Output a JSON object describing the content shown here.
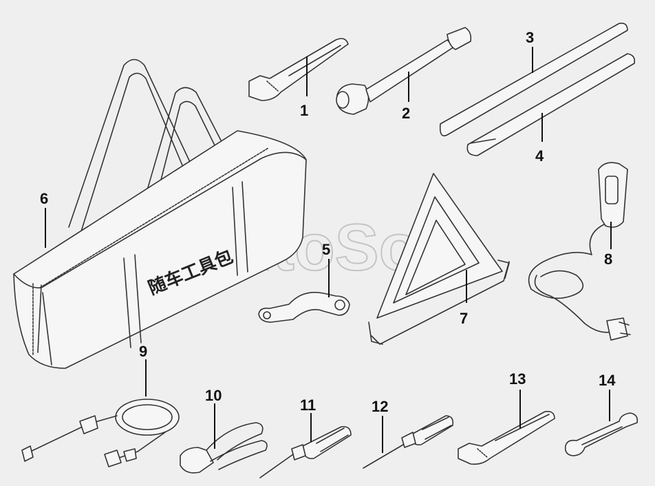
{
  "diagram": {
    "watermark": "AutoSoft",
    "bag_label": "随车工具包",
    "callouts": [
      "1",
      "2",
      "3",
      "4",
      "5",
      "6",
      "7",
      "8",
      "9",
      "10",
      "11",
      "12",
      "13",
      "14"
    ]
  },
  "icons": [
    "adjustable-wrench-icon",
    "wheel-brace-socket-icon",
    "rod-icon",
    "pry-bar-icon",
    "box-end-wrench-icon",
    "tool-bag-icon",
    "warning-triangle-icon",
    "inspection-lamp-icon",
    "tire-inflator-hose-icon",
    "pliers-icon",
    "flat-screwdriver-icon",
    "phillips-screwdriver-icon",
    "small-adjustable-wrench-icon",
    "open-end-wrench-icon"
  ]
}
